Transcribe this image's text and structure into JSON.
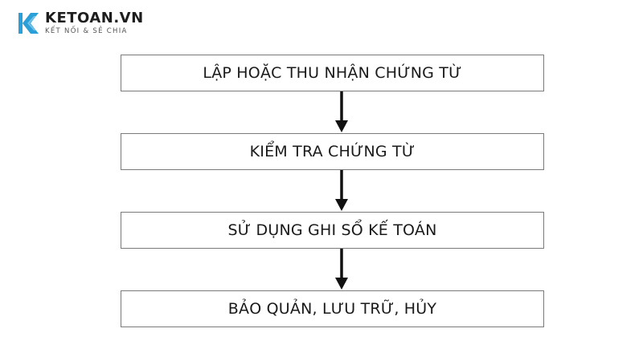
{
  "logo": {
    "name": "KETOAN.VN",
    "tagline": "KẾT NỐI & SẺ CHIA",
    "brand_color": "#2b9fd8",
    "icon": "k-chevron-logo-icon"
  },
  "flow": {
    "steps": [
      {
        "label": "LẬP HOẶC THU NHẬN CHỨNG TỪ"
      },
      {
        "label": "KIỂM TRA CHỨNG TỪ"
      },
      {
        "label": "SỬ DỤNG GHI SỔ KẾ TOÁN"
      },
      {
        "label": "BẢO QUẢN, LƯU TRỮ, HỦY"
      }
    ],
    "box_border_color": "#7a7a7a",
    "arrow_color": "#111111",
    "connector_icon": "down-arrow-icon"
  }
}
